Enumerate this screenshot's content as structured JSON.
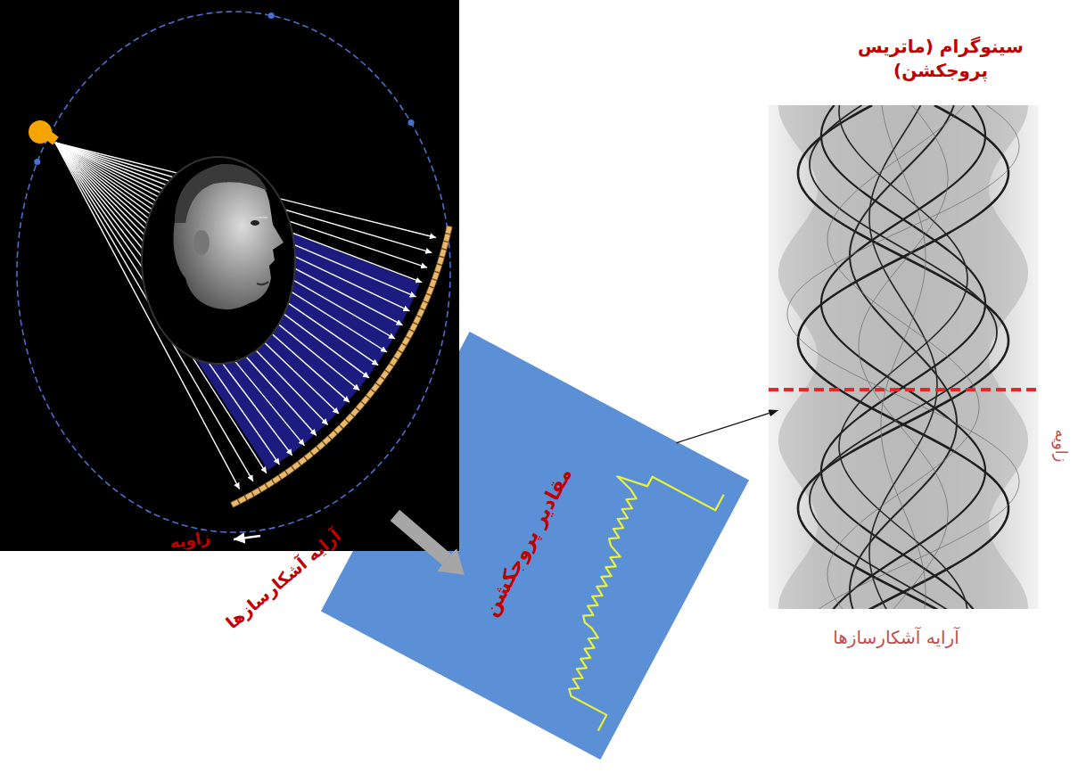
{
  "diagram": {
    "nodes": [
      {
        "text": [
          "آرایه آشکارسازها",
          "زاویه"
        ]
      },
      {
        "text": [
          "مقادیر پروجکشن"
        ]
      },
      {
        "text": [
          "سینوگرام (ماتریس پروجکشن)",
          "آرایه آشکارسازها",
          "زاویه"
        ]
      }
    ],
    "edges": [
      {
        "from": 0,
        "to": 1,
        "arrow": "to"
      },
      {
        "from": 1,
        "to": 2,
        "arrow": "to"
      }
    ]
  }
}
